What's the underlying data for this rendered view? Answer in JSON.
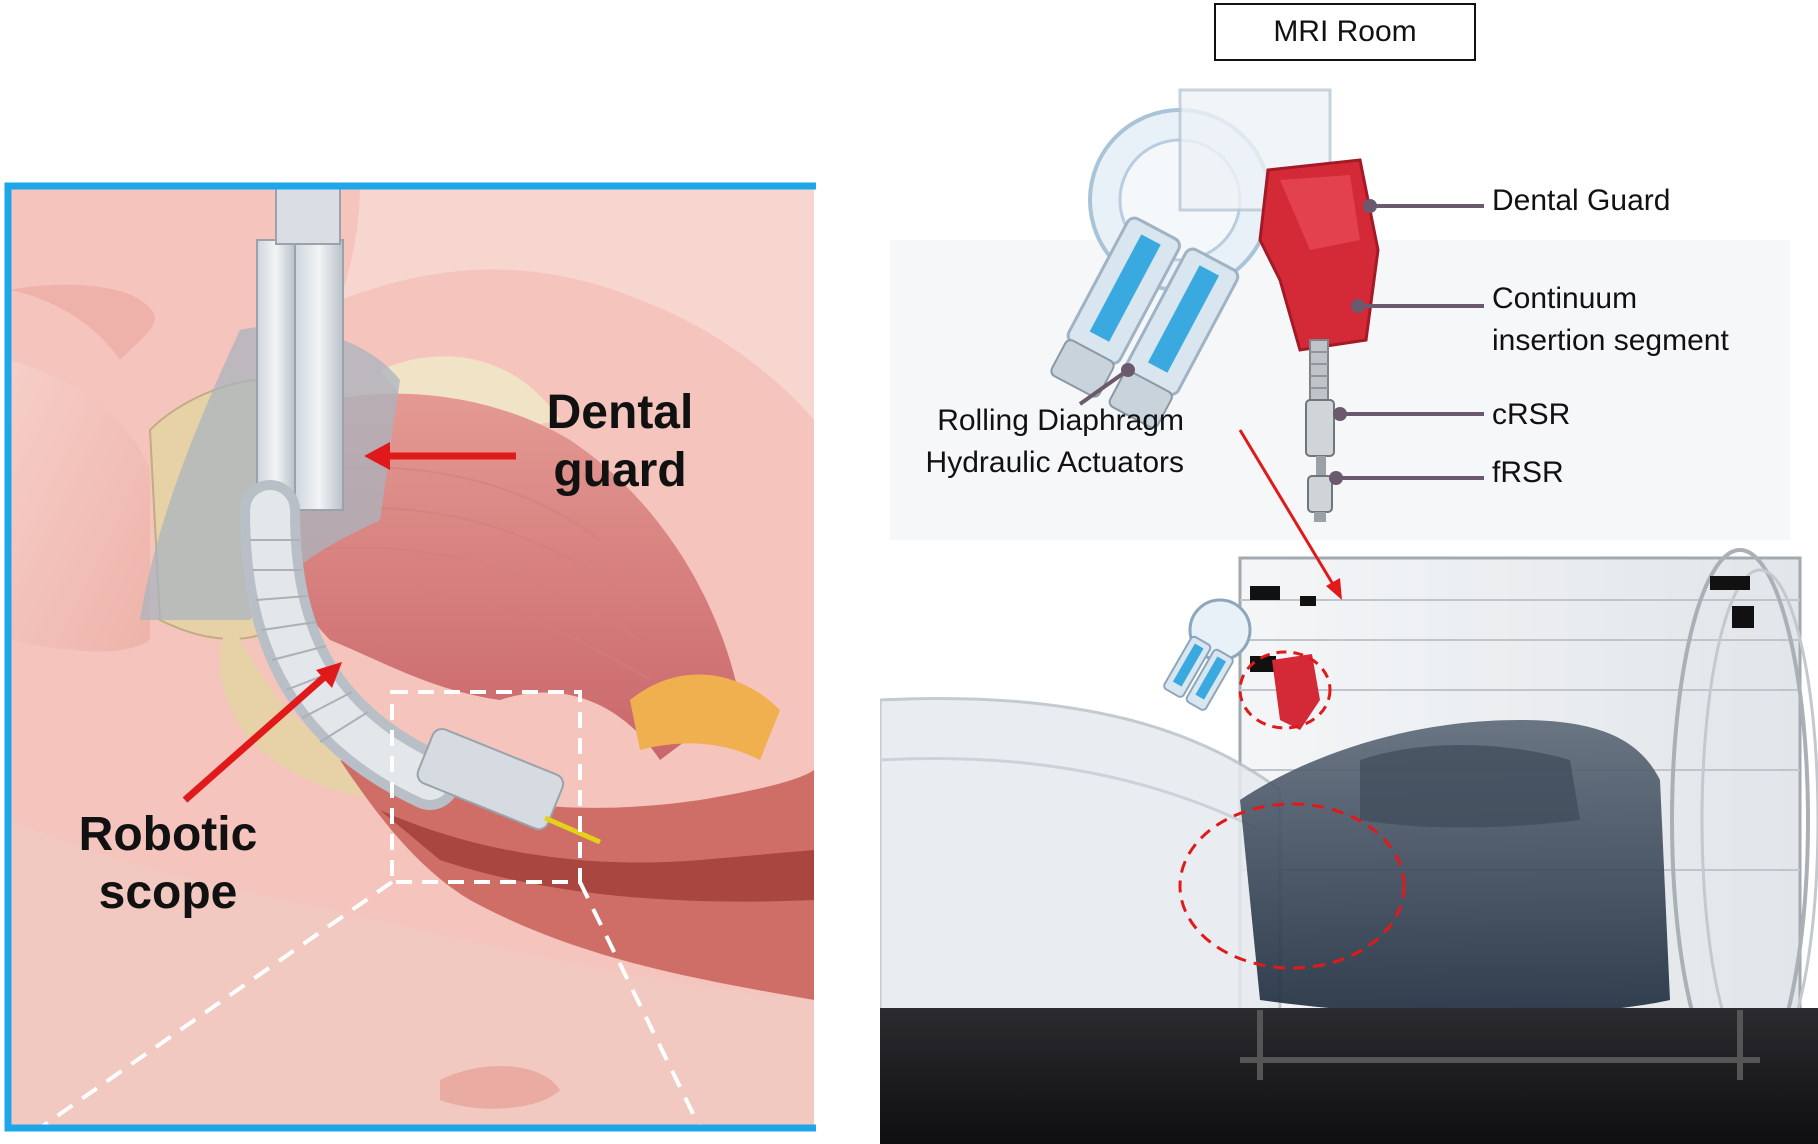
{
  "left": {
    "labels": {
      "dental_guard_line1": "Dental",
      "dental_guard_line2": "guard",
      "robotic_scope_line1": "Robotic",
      "robotic_scope_line2": "scope"
    },
    "colors": {
      "frame": "#1ea7e8",
      "arrow": "#e01a1a",
      "tissue": "#e9a49b"
    }
  },
  "right": {
    "room_label": "MRI Room",
    "labels": {
      "dental_guard": "Dental Guard",
      "continuum_line1": "Continuum",
      "continuum_line2": "insertion segment",
      "crsr": "cRSR",
      "frsr": "fRSR",
      "actuators_line1": "Rolling Diaphragm",
      "actuators_line2": "Hydraulic Actuators"
    },
    "colors": {
      "leader": "#6b5a6e",
      "arrow": "#e01a1a",
      "guard": "#d42a38",
      "actuator": "#39a9e0"
    }
  }
}
